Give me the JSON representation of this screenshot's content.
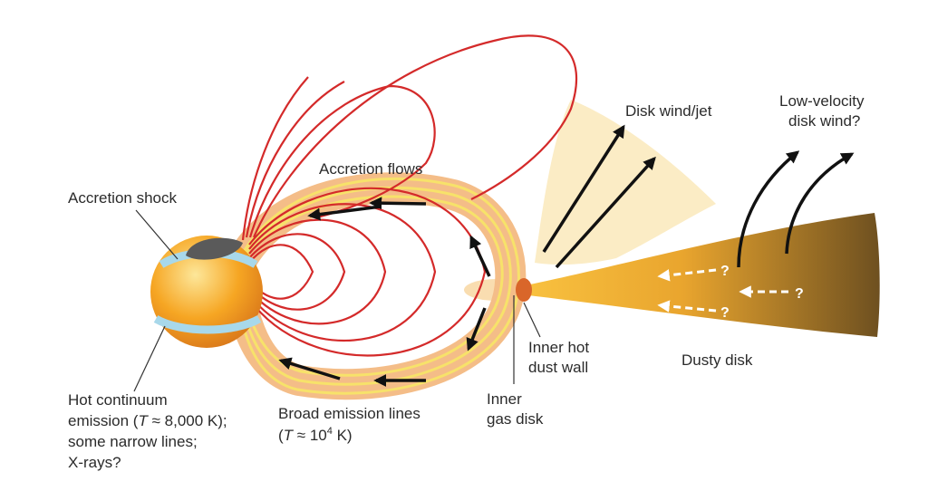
{
  "labels": {
    "accretion_shock": "Accretion shock",
    "accretion_flows": "Accretion flows",
    "disk_wind_jet": "Disk wind/jet",
    "low_velocity_line1": "Low-velocity",
    "low_velocity_line2": "disk wind?",
    "inner_hot_line1": "Inner hot",
    "inner_hot_line2": "dust wall",
    "dusty_disk": "Dusty disk",
    "inner_gas_line1": "Inner",
    "inner_gas_line2": "gas disk",
    "hot_cont_line1": "Hot continuum",
    "hot_cont_line2_a": "emission (",
    "hot_cont_line2_T": "T",
    "hot_cont_line2_b": " ≈ 8,000 K);",
    "hot_cont_line3": "some narrow lines;",
    "hot_cont_line4": "X-rays?",
    "broad_line1": "Broad emission lines",
    "broad_line2_a": "(",
    "broad_line2_T": "T",
    "broad_line2_b": " ≈ 10",
    "broad_line2_sup": "4",
    "broad_line2_c": " K)",
    "question_mark": "?"
  },
  "colors": {
    "field_line": "#d42a2a",
    "star_fill": "#f6a623",
    "hot_band": "#a8d8ea",
    "hot_spot": "#5a5a5a",
    "wind_cone": "#fbecc5",
    "disk_dark": "#7a5a25",
    "disk_light": "#f6b330",
    "flow_outer": "#f4bd88",
    "flow_stripe": "#f7e26a"
  }
}
